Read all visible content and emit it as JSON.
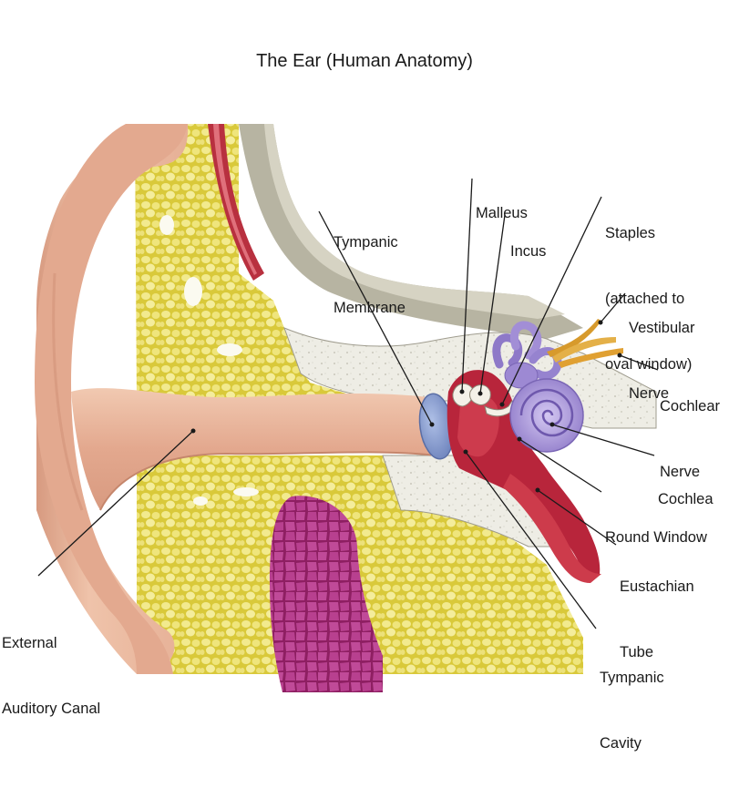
{
  "title": "The Ear (Human Anatomy)",
  "labels": {
    "malleus": [
      "Malleus"
    ],
    "incus": [
      "Incus"
    ],
    "tympanic_membrane": [
      "Tympanic",
      "Membrane"
    ],
    "staples": [
      "Staples",
      "(attached to",
      "oval window)"
    ],
    "vestibular_nerve": [
      "Vestibular",
      "Nerve"
    ],
    "cochlear_nerve": [
      "Cochlear",
      "Nerve"
    ],
    "cochlea": [
      "Cochlea"
    ],
    "round_window": [
      "Round Window"
    ],
    "eustachian_tube": [
      "Eustachian",
      "Tube"
    ],
    "tympanic_cavity": [
      "Tympanic",
      "Cavity"
    ],
    "external_auditory_canal": [
      "External",
      "Auditory Canal"
    ]
  },
  "colors": {
    "skin": "#e8b59c",
    "skin_dark": "#c98a72",
    "fat": "#e5d94a",
    "fat_cell": "#f3ec9a",
    "bone": "#ecece4",
    "temporal_gray": "#b9b7a6",
    "muscle_red": "#c5384a",
    "gland_magenta": "#b8398a",
    "membrane_blue": "#7f94c8",
    "cochlea_purple": "#a996d8",
    "nerve_orange": "#e0a032"
  }
}
